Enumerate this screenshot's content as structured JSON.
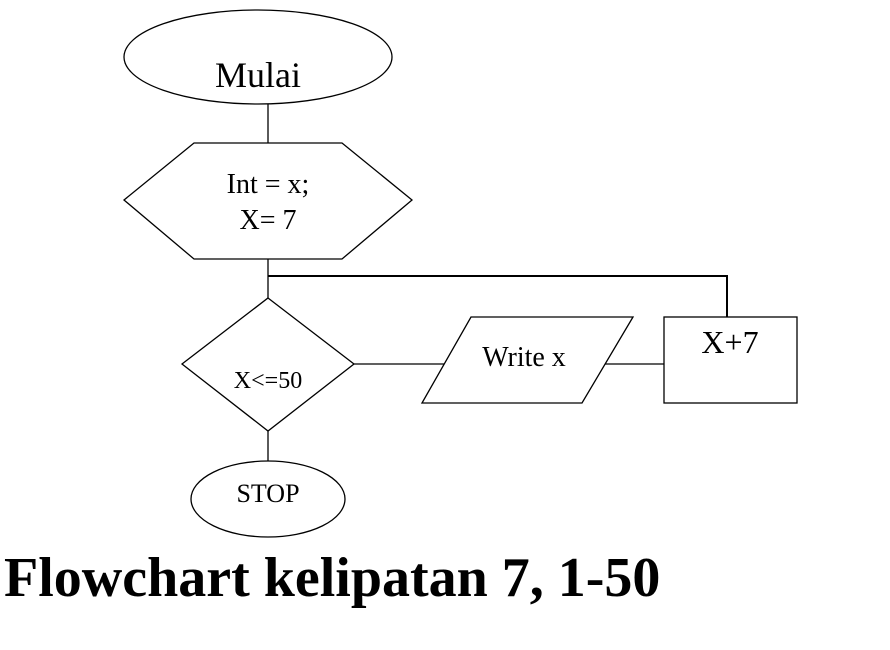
{
  "nodes": {
    "start": "Mulai",
    "init": [
      "Int = x;",
      "X= 7"
    ],
    "condition": "X<=50",
    "output": "Write x",
    "process": "X+7",
    "stop": "STOP"
  },
  "caption": "Flowchart kelipatan 7, 1-50"
}
